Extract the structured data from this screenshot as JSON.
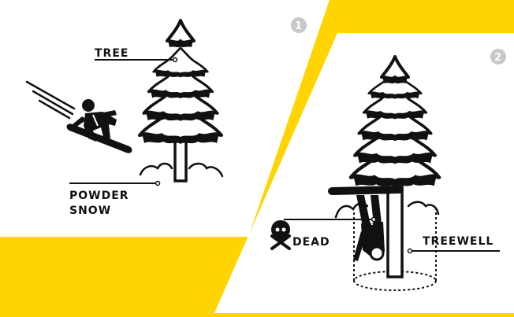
{
  "colors": {
    "background": "#ffd400",
    "panel": "#ffffff",
    "ink": "#111111",
    "badge": "#c8c8c8"
  },
  "panel1": {
    "badge": "1",
    "labels": {
      "tree": "TREE",
      "powder_line1": "POWDER",
      "powder_line2": "SNOW"
    }
  },
  "panel2": {
    "badge": "2",
    "labels": {
      "dead": "DEAD",
      "treewell": "TREEWELL"
    }
  },
  "icons": [
    "evergreen-tree-icon",
    "snowboarder-icon",
    "speed-lines-icon",
    "skull-crossbones-icon",
    "upside-down-snowboarder-icon"
  ]
}
